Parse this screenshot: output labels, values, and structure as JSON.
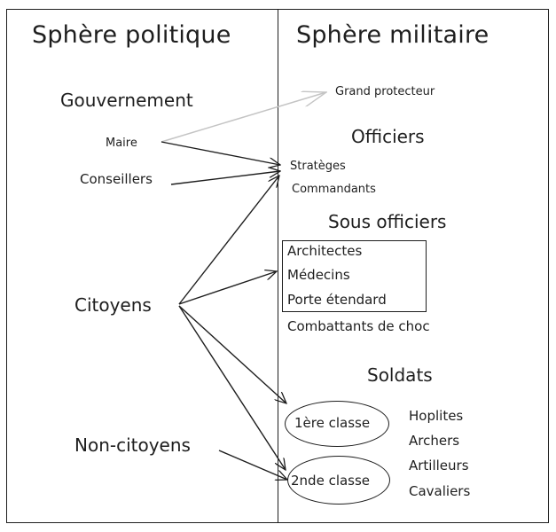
{
  "diagram": {
    "left_panel": {
      "title": "Sphère politique",
      "groups": {
        "government": {
          "heading": "Gouvernement",
          "members": [
            "Maire",
            "Conseillers"
          ]
        },
        "citizens": "Citoyens",
        "non_citizens": "Non-citoyens"
      }
    },
    "right_panel": {
      "title": "Sphère militaire",
      "grand_protector": "Grand protecteur",
      "officers": {
        "heading": "Officiers",
        "members": [
          "Stratèges",
          "Commandants"
        ]
      },
      "sub_officers": {
        "heading": "Sous officiers",
        "boxed_members": [
          "Architectes",
          "Médecins",
          "Porte étendard"
        ],
        "other_members": [
          "Combattants de choc"
        ]
      },
      "soldiers": {
        "heading": "Soldats",
        "classes": [
          "1ère classe",
          "2nde classe"
        ],
        "types": [
          "Hoplites",
          "Archers",
          "Artilleurs",
          "Cavaliers"
        ]
      }
    },
    "connections": [
      {
        "from": "Maire",
        "to": "Grand protecteur",
        "style": "light-gray"
      },
      {
        "from": "Maire",
        "to": "Officiers",
        "style": "dark"
      },
      {
        "from": "Conseillers",
        "to": "Officiers",
        "style": "dark"
      },
      {
        "from": "Citoyens",
        "to": "Officiers",
        "style": "dark"
      },
      {
        "from": "Citoyens",
        "to": "Sous officiers (boxed)",
        "style": "dark"
      },
      {
        "from": "Citoyens",
        "to": "1ère classe",
        "style": "dark"
      },
      {
        "from": "Citoyens",
        "to": "2nde classe",
        "style": "dark"
      },
      {
        "from": "Non-citoyens",
        "to": "2nde classe",
        "style": "dark"
      }
    ],
    "colors": {
      "stroke": "#1e1e1e",
      "light_arrow": "#c4c4c4",
      "background": "#ffffff"
    }
  }
}
